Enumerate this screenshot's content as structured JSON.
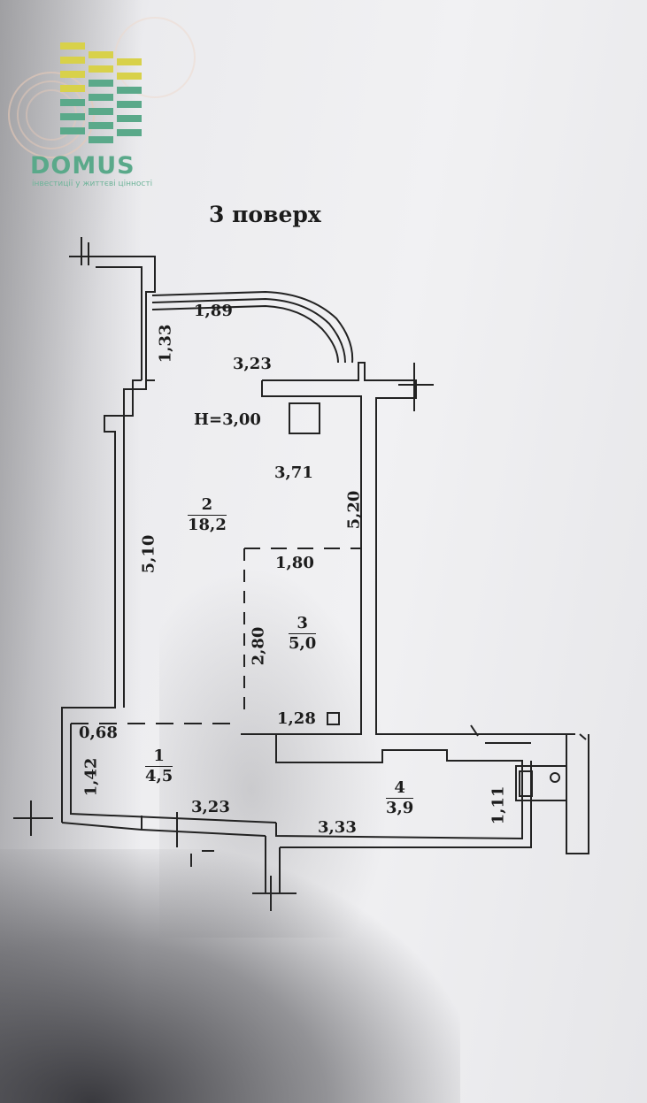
{
  "logo": {
    "wordmark": "DOMUS",
    "tagline": "інвестиції у життєві цінності",
    "icon": "building-logo-icon"
  },
  "floor_title": "3 поверх",
  "ceiling_height": "H=3,00",
  "rooms": [
    {
      "number": "1",
      "area": "4,5"
    },
    {
      "number": "2",
      "area": "18,2"
    },
    {
      "number": "3",
      "area": "5,0"
    },
    {
      "number": "4",
      "area": "3,9"
    }
  ],
  "dimensions": {
    "balcony_width": "1,89",
    "balcony_depth": "1,33",
    "top_wall": "3,23",
    "room2_width": "3,71",
    "room2_right_height": "5,20",
    "room2_left_height": "5,10",
    "room3_width": "1,80",
    "room3_height": "2,80",
    "room3_bottom": "1,28",
    "hall_top": "0,68",
    "hall_height": "1,42",
    "hall_width": "3,23",
    "room4_width": "3,33",
    "room4_height": "1,11"
  },
  "colors": {
    "logo_green": "#5aa98a",
    "logo_yellow": "#d8d14a",
    "ink": "#1c1c1c"
  }
}
